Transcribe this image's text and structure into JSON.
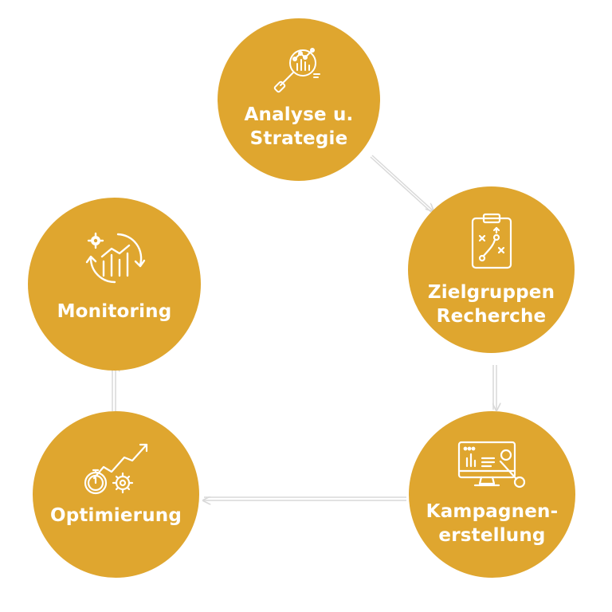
{
  "colors": {
    "circle_fill": "#DFA62F",
    "text": "#FFFFFF",
    "connector": "#D9D9D9"
  },
  "steps": [
    {
      "line1": "Analyse u.",
      "line2": "Strategie",
      "icon": "magnifier-analytics-icon"
    },
    {
      "line1": "Zielgruppen",
      "line2": "Recherche",
      "icon": "clipboard-strategy-icon"
    },
    {
      "line1": "Kampagnen-",
      "line2": "erstellung",
      "icon": "monitor-wrench-icon"
    },
    {
      "line1": "Optimierung",
      "line2": "",
      "icon": "stopwatch-gear-growth-icon"
    },
    {
      "line1": "Monitoring",
      "line2": "",
      "icon": "cycle-chart-gear-icon"
    }
  ]
}
